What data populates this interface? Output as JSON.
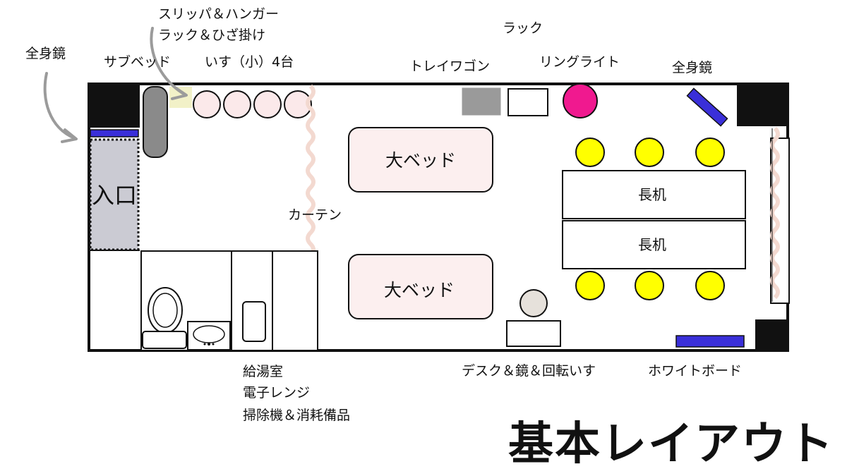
{
  "title": "基本レイアウト",
  "room_labels": {
    "entrance": "入口",
    "big_bed_1": "大ベッド",
    "big_bed_2": "大ベッド",
    "long_desk_1": "長机",
    "long_desk_2": "長机"
  },
  "callouts": {
    "slipper_rack_line1": "スリッパ＆ハンガー",
    "slipper_rack_line2": "ラック＆ひざ掛け",
    "full_mirror_left": "全身鏡",
    "sub_bed": "サブベッド",
    "chairs_small": "いす（小）4台",
    "rack": "ラック",
    "tray_wagon": "トレイワゴン",
    "ring_light": "リングライト",
    "full_mirror_right": "全身鏡",
    "curtain": "カーテン",
    "kitchenette_line1": "給湯室",
    "kitchenette_line2": "電子レンジ",
    "kitchenette_line3": "掃除機＆消耗備品",
    "desk_mirror_chair": "デスク＆鏡＆回転いす",
    "whiteboard": "ホワイトボード"
  },
  "colors": {
    "wall": "#111111",
    "bed_fill": "#fcefef",
    "chair_pink": "#fbe9ea",
    "ring_light": "#f0198f",
    "yellow_chair": "#ffff00",
    "mirror_blue": "#3a2fd9",
    "tray_wagon": "#9a9a9a",
    "sub_bed": "#8a8a8a",
    "entrance_fill": "#cbcbd3",
    "rack_highlight": "#f2f1c8",
    "curtain": "#f3d9d0",
    "stool": "#e6e1db",
    "arrow_gray": "#9b9b9b"
  },
  "icons": {
    "toilet": "toilet-icon",
    "sink": "sink-icon",
    "bathtub": "bathtub-icon"
  }
}
